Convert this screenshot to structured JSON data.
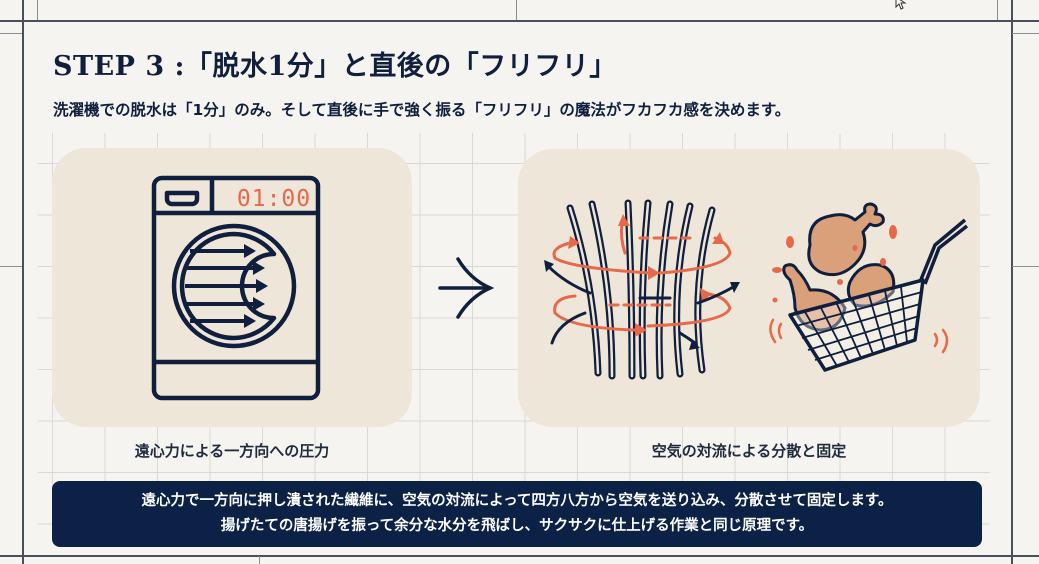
{
  "slide": {
    "title": "STEP 3 :「脱水1分」と直後の「フリフリ」",
    "subtitle": "洗濯機での脱水は「1分」のみ。そして直後に手で強く振る「フリフリ」の魔法がフカフカ感を決めます。",
    "left_panel": {
      "illustration": "washing-machine-icon",
      "timer_display": "01:00",
      "caption": "遠心力による一方向への圧力"
    },
    "transition_arrow": "arrow-right-icon",
    "right_panel": {
      "illustrations": [
        "fiber-airflow-icon",
        "fried-chicken-basket-icon"
      ],
      "caption": "空気の対流による分散と固定"
    },
    "summary": {
      "line1": "遠心力で一方向に押し潰された繊維に、空気の対流によって四方八方から空気を送り込み、分散させて固定します。",
      "line2": "揚げたての唐揚げを振って余分な水分を飛ばし、サクサクに仕上げる作業と同じ原理です。"
    }
  },
  "colors": {
    "navy": "#0f1f3d",
    "accent_orange": "#e8694a",
    "panel_beige": "#eee6d8",
    "summary_bg": "#0c2146",
    "background": "#f5f4f0"
  }
}
